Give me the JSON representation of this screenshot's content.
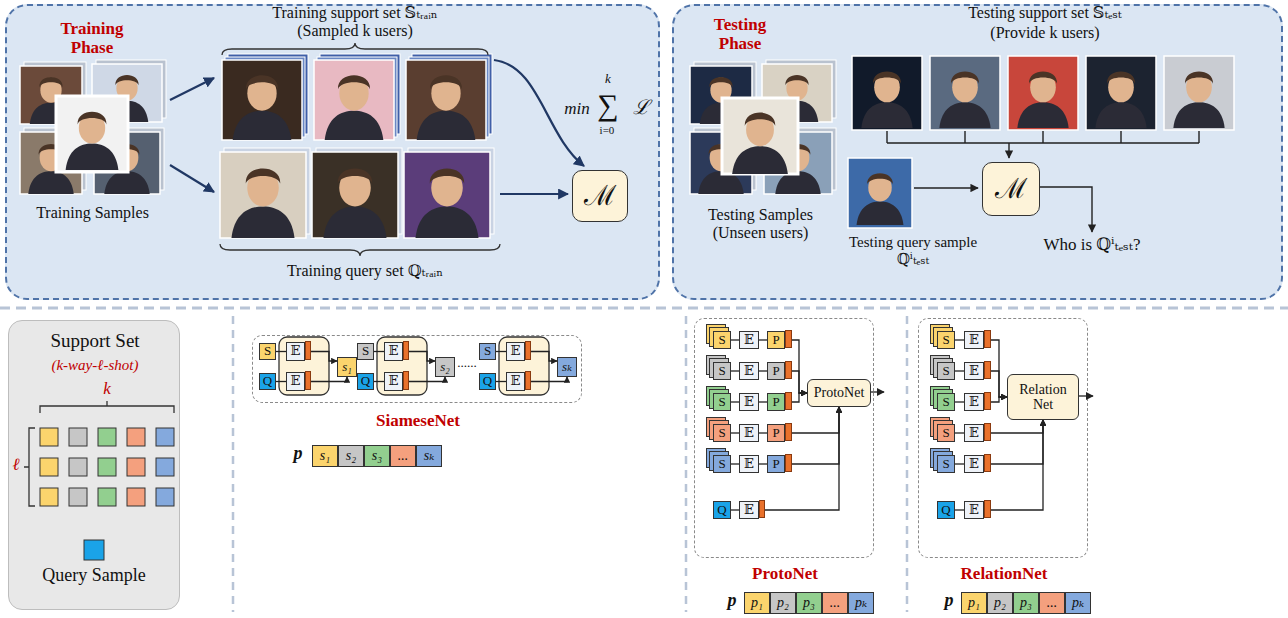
{
  "diagram": {
    "nodes": [
      {
        "text": [
          "Training Phase"
        ]
      },
      {
        "text": [
          "ℳ"
        ],
        "in": 0
      },
      {
        "text": [
          "Testing Phase"
        ]
      },
      {
        "text": [
          "ℳ"
        ],
        "in": 2
      },
      {
        "text": [
          "Support Set",
          "(k-way-ℓ-shot)"
        ]
      },
      {
        "text": [
          "SiameseNet"
        ]
      },
      {
        "text": [
          "S"
        ],
        "in": 5
      },
      {
        "text": [
          "𝔼"
        ],
        "in": 5
      },
      {
        "text": [
          "Q"
        ],
        "in": 5
      },
      {
        "text": [
          "𝔼"
        ],
        "in": 5
      },
      {
        "text": [
          "s₁"
        ],
        "in": 5
      },
      {
        "text": [
          "S"
        ],
        "in": 5
      },
      {
        "text": [
          "𝔼"
        ],
        "in": 5
      },
      {
        "text": [
          "Q"
        ],
        "in": 5
      },
      {
        "text": [
          "𝔼"
        ],
        "in": 5
      },
      {
        "text": [
          "s₂"
        ],
        "in": 5
      },
      {
        "text": [
          "S"
        ],
        "in": 5
      },
      {
        "text": [
          "𝔼"
        ],
        "in": 5
      },
      {
        "text": [
          "Q"
        ],
        "in": 5
      },
      {
        "text": [
          "𝔼"
        ],
        "in": 5
      },
      {
        "text": [
          "sₖ"
        ],
        "in": 5
      },
      {
        "text": [
          "s₁"
        ]
      },
      {
        "text": [
          "s₂"
        ]
      },
      {
        "text": [
          "s₃"
        ]
      },
      {
        "text": [
          "..."
        ]
      },
      {
        "text": [
          "sₖ"
        ]
      },
      {
        "text": [
          "ProtoNet"
        ]
      },
      {
        "text": [
          "S"
        ],
        "in": 26
      },
      {
        "text": [
          "𝔼"
        ],
        "in": 26
      },
      {
        "text": [
          "P"
        ],
        "in": 26
      },
      {
        "text": [
          "S"
        ],
        "in": 26
      },
      {
        "text": [
          "𝔼"
        ],
        "in": 26
      },
      {
        "text": [
          "P"
        ],
        "in": 26
      },
      {
        "text": [
          "S"
        ],
        "in": 26
      },
      {
        "text": [
          "𝔼"
        ],
        "in": 26
      },
      {
        "text": [
          "P"
        ],
        "in": 26
      },
      {
        "text": [
          "S"
        ],
        "in": 26
      },
      {
        "text": [
          "𝔼"
        ],
        "in": 26
      },
      {
        "text": [
          "P"
        ],
        "in": 26
      },
      {
        "text": [
          "S"
        ],
        "in": 26
      },
      {
        "text": [
          "𝔼"
        ],
        "in": 26
      },
      {
        "text": [
          "P"
        ],
        "in": 26
      },
      {
        "text": [
          "ProtoNet"
        ],
        "in": 26
      },
      {
        "text": [
          "Q"
        ],
        "in": 26
      },
      {
        "text": [
          "𝔼"
        ],
        "in": 26
      },
      {
        "text": [
          "p₁"
        ]
      },
      {
        "text": [
          "p₂"
        ]
      },
      {
        "text": [
          "p₃"
        ]
      },
      {
        "text": [
          "..."
        ]
      },
      {
        "text": [
          "pₖ"
        ]
      },
      {
        "text": [
          "RelationNet"
        ]
      },
      {
        "text": [
          "S"
        ],
        "in": 50
      },
      {
        "text": [
          "𝔼"
        ],
        "in": 50
      },
      {
        "text": [
          "S"
        ],
        "in": 50
      },
      {
        "text": [
          "𝔼"
        ],
        "in": 50
      },
      {
        "text": [
          "S"
        ],
        "in": 50
      },
      {
        "text": [
          "𝔼"
        ],
        "in": 50
      },
      {
        "text": [
          "S"
        ],
        "in": 50
      },
      {
        "text": [
          "𝔼"
        ],
        "in": 50
      },
      {
        "text": [
          "S"
        ],
        "in": 50
      },
      {
        "text": [
          "𝔼"
        ],
        "in": 50
      },
      {
        "text": [
          "Relation Net"
        ],
        "in": 50
      },
      {
        "text": [
          "Q"
        ],
        "in": 50
      },
      {
        "text": [
          "𝔼"
        ],
        "in": 50
      },
      {
        "text": [
          "p₁"
        ]
      },
      {
        "text": [
          "p₂"
        ]
      },
      {
        "text": [
          "p₃"
        ]
      },
      {
        "text": [
          "..."
        ]
      },
      {
        "text": [
          "pₖ"
        ]
      }
    ],
    "edges": [
      {
        "from": 6,
        "to": 7,
        "arrow": "none"
      },
      {
        "from": 8,
        "to": 9,
        "arrow": "none"
      },
      {
        "from": 7,
        "to": 10,
        "arrow": "to"
      },
      {
        "from": 9,
        "to": 10,
        "arrow": "to"
      },
      {
        "from": 11,
        "to": 12,
        "arrow": "none"
      },
      {
        "from": 13,
        "to": 14,
        "arrow": "none"
      },
      {
        "from": 12,
        "to": 15,
        "arrow": "to"
      },
      {
        "from": 14,
        "to": 15,
        "arrow": "to"
      },
      {
        "from": 16,
        "to": 17,
        "arrow": "none"
      },
      {
        "from": 18,
        "to": 19,
        "arrow": "none"
      },
      {
        "from": 17,
        "to": 20,
        "arrow": "to"
      },
      {
        "from": 19,
        "to": 20,
        "arrow": "to"
      },
      {
        "from": 27,
        "to": 28,
        "arrow": "none"
      },
      {
        "from": 28,
        "to": 29,
        "arrow": "none"
      },
      {
        "from": 29,
        "to": 42,
        "arrow": "to"
      },
      {
        "from": 30,
        "to": 31,
        "arrow": "none"
      },
      {
        "from": 31,
        "to": 32,
        "arrow": "none"
      },
      {
        "from": 32,
        "to": 42,
        "arrow": "to"
      },
      {
        "from": 33,
        "to": 34,
        "arrow": "none"
      },
      {
        "from": 34,
        "to": 35,
        "arrow": "none"
      },
      {
        "from": 35,
        "to": 42,
        "arrow": "to"
      },
      {
        "from": 36,
        "to": 37,
        "arrow": "none"
      },
      {
        "from": 37,
        "to": 38,
        "arrow": "none"
      },
      {
        "from": 38,
        "to": 42,
        "arrow": "to"
      },
      {
        "from": 39,
        "to": 40,
        "arrow": "none"
      },
      {
        "from": 40,
        "to": 41,
        "arrow": "none"
      },
      {
        "from": 41,
        "to": 42,
        "arrow": "to"
      },
      {
        "from": 43,
        "to": 44,
        "arrow": "none"
      },
      {
        "from": 44,
        "to": 42,
        "arrow": "to"
      },
      {
        "from": 51,
        "to": 52,
        "arrow": "none"
      },
      {
        "from": 52,
        "to": 61,
        "arrow": "to"
      },
      {
        "from": 53,
        "to": 54,
        "arrow": "none"
      },
      {
        "from": 54,
        "to": 61,
        "arrow": "to"
      },
      {
        "from": 55,
        "to": 56,
        "arrow": "none"
      },
      {
        "from": 56,
        "to": 61,
        "arrow": "to"
      },
      {
        "from": 57,
        "to": 58,
        "arrow": "none"
      },
      {
        "from": 58,
        "to": 61,
        "arrow": "to"
      },
      {
        "from": 59,
        "to": 60,
        "arrow": "none"
      },
      {
        "from": 60,
        "to": 61,
        "arrow": "to"
      },
      {
        "from": 62,
        "to": 63,
        "arrow": "none"
      },
      {
        "from": 63,
        "to": 61,
        "arrow": "to"
      }
    ],
    "labels": [
      "Training support set 𝕊ₜᵣₐᵢₙ",
      "(Sampled k users)",
      "min",
      "k",
      "∑",
      "i=0",
      "ℒ",
      "Training Samples",
      "Training query set ℚₜᵣₐᵢₙ",
      "Testing support set 𝕊ₜₑₛₜ",
      "(Provide k users)",
      "Testing Samples (Unseen users)",
      "Testing query sample ℚⁱₜₑₛₜ",
      "Who is ℚⁱₜₑₛₜ?",
      "k",
      "ℓ",
      "Query Sample",
      "......",
      "p",
      "p",
      "p"
    ]
  }
}
